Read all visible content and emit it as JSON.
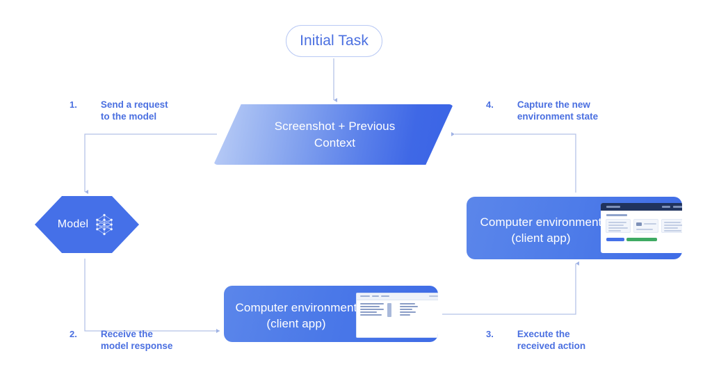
{
  "diagram": {
    "initial_task": {
      "label": "Initial Task"
    },
    "context_node": {
      "label": "Screenshot + Previous\nContext"
    },
    "model_node": {
      "label": "Model",
      "icon": "neural-network-icon"
    },
    "env_right": {
      "label": "Computer environment\n(client app)",
      "thumbnail": "dashboard-screenshot-thumbnail"
    },
    "env_bottom": {
      "label": "Computer environment\n(client app)",
      "thumbnail": "document-window-thumbnail"
    },
    "steps": [
      {
        "number": "1.",
        "text": "Send a request\nto the model"
      },
      {
        "number": "2.",
        "text": "Receive the\nmodel response"
      },
      {
        "number": "3.",
        "text": "Execute the\nreceived action"
      },
      {
        "number": "4.",
        "text": "Capture the new\nenvironment state"
      }
    ],
    "colors": {
      "accent_blue": "#4570e8",
      "text_blue": "#4a6fe0",
      "pill_border": "#b9c9f4",
      "gradient_light": "#bccef7",
      "gradient_dark": "#3a64e5",
      "connector": "#b5c2e8",
      "thumb_header": "#20335e",
      "thumb_green": "#3faa63",
      "background": "#ffffff"
    }
  }
}
